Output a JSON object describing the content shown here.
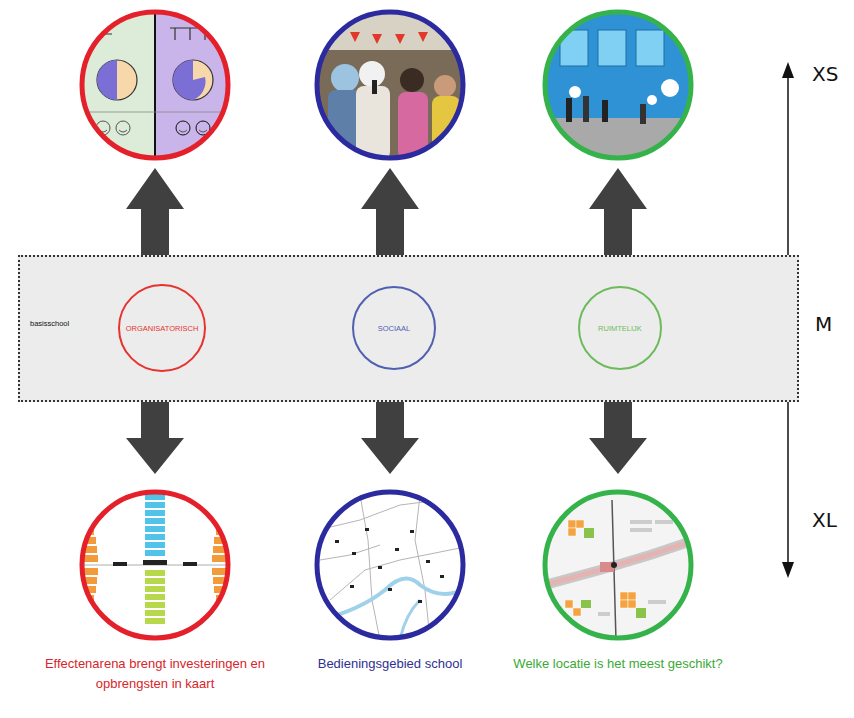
{
  "diagram": {
    "nodes": [
      {
        "text": [
          "basisschool"
        ]
      },
      {
        "text": [
          "ORGANISATORISCH"
        ],
        "in": 0
      },
      {
        "text": [
          "SOCIAAL"
        ],
        "in": 0
      },
      {
        "text": [
          "RUIMTELIJK"
        ],
        "in": 0
      },
      {
        "text": [
          "Effectenarena brengt investeringen en opbrengsten in kaart"
        ]
      },
      {
        "text": [
          "Bedieningsgebied school"
        ]
      },
      {
        "text": [
          "Welke locatie is het meest geschikt?"
        ]
      }
    ],
    "edges": [
      {
        "from": 0,
        "to": 4,
        "arrow": "to"
      },
      {
        "from": 0,
        "to": 5,
        "arrow": "to"
      },
      {
        "from": 0,
        "to": 6,
        "arrow": "to"
      }
    ],
    "labels": [
      "XS",
      "M",
      "XL"
    ]
  }
}
